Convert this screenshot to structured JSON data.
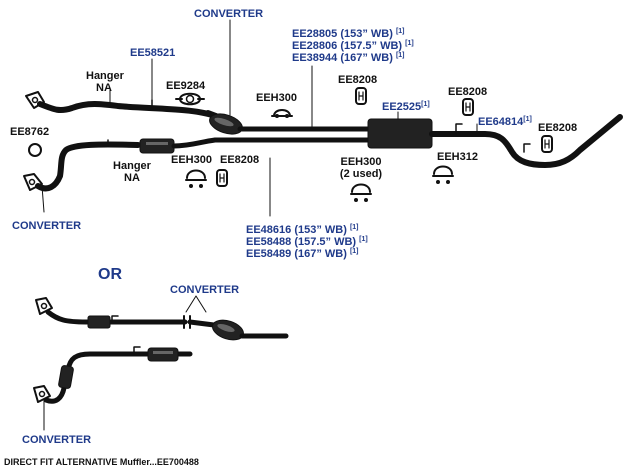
{
  "labels": {
    "converter_top": "CONVERTER",
    "ee58521": "EE58521",
    "hanger_na_top_1": "Hanger",
    "hanger_na_top_2": "NA",
    "ee9284": "EE9284",
    "eeh300_top": "EEH300",
    "ee8762": "EE8762",
    "hanger_na_mid_1": "Hanger",
    "hanger_na_mid_2": "NA",
    "eeh300_mid": "EEH300",
    "ee8208_mid": "EE8208",
    "converter_left": "CONVERTER",
    "wb_top": [
      {
        "part": "EE28805 (153” WB)",
        "ref": "[1]"
      },
      {
        "part": "EE28806 (157.5” WB)",
        "ref": "[1]"
      },
      {
        "part": "EE38944 (167” WB)",
        "ref": "[1]"
      }
    ],
    "ee8208_a": "EE8208",
    "ee2525": "EE2525",
    "ee2525_ref": "[1]",
    "ee8208_b": "EE8208",
    "ee64814": "EE64814",
    "ee64814_ref": "[1]",
    "ee8208_c": "EE8208",
    "eeh300_right_1": "EEH300",
    "eeh300_right_2": "(2 used)",
    "eeh312": "EEH312",
    "wb_bottom": [
      {
        "part": "EE48616 (153” WB)",
        "ref": "[1]"
      },
      {
        "part": "EE58488 (157.5” WB)",
        "ref": "[1]"
      },
      {
        "part": "EE58489 (167” WB)",
        "ref": "[1]"
      }
    ],
    "or": "OR",
    "converter_alt_top": "CONVERTER",
    "converter_alt_bottom": "CONVERTER",
    "footer": "DIRECT FIT ALTERNATIVE  Muffler...EE700488"
  },
  "colors": {
    "part_line": "#111111",
    "part_number_blue": "#1f3a8a"
  }
}
